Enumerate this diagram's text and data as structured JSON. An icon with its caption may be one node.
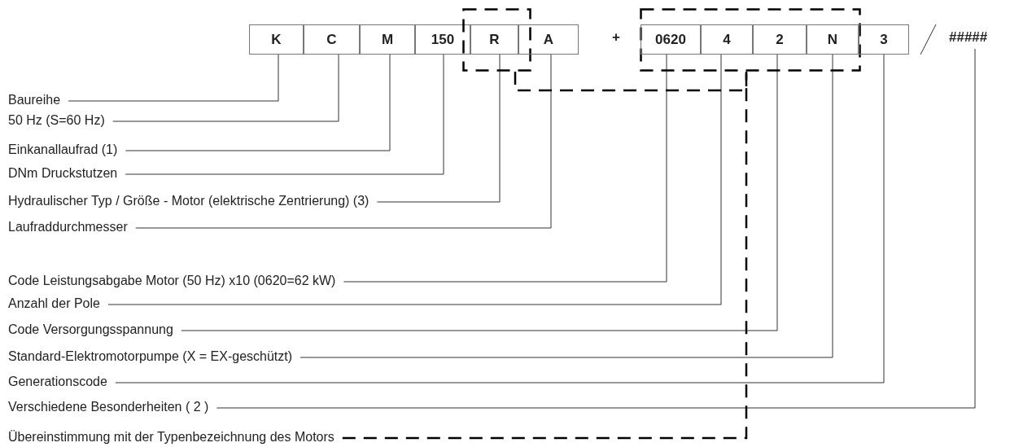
{
  "diagram": {
    "nodes": [
      {
        "text": [
          "K"
        ]
      },
      {
        "text": [
          "C"
        ]
      },
      {
        "text": [
          "M"
        ]
      },
      {
        "text": [
          "150"
        ]
      },
      {
        "text": [],
        "shape": "box"
      },
      {
        "text": [
          "R"
        ],
        "in": 4
      },
      {
        "text": [
          "A"
        ]
      },
      {
        "text": [],
        "shape": "box"
      },
      {
        "text": [
          "0620"
        ],
        "in": 7
      },
      {
        "text": [
          "4"
        ],
        "in": 7
      },
      {
        "text": [
          "2"
        ],
        "in": 7
      },
      {
        "text": [
          "N"
        ],
        "in": 7
      },
      {
        "text": [
          "3"
        ]
      },
      {
        "text": [
          "#####"
        ]
      },
      {
        "text": [
          "Baureihe"
        ]
      },
      {
        "text": [
          "50 Hz (S=60 Hz)"
        ]
      },
      {
        "text": [
          "Einkanallaufrad (1)"
        ]
      },
      {
        "text": [
          "DNm Druckstutzen"
        ]
      },
      {
        "text": [
          "Hydraulischer Typ / Größe - Motor (elektrische Zentrierung) (3)"
        ]
      },
      {
        "text": [
          "Laufraddurchmesser"
        ]
      },
      {
        "text": [
          "Code Leistungsabgabe Motor  (50 Hz) x10 (0620=62 kW)"
        ]
      },
      {
        "text": [
          "Anzahl der Pole"
        ]
      },
      {
        "text": [
          "Code Versorgungsspannung"
        ]
      },
      {
        "text": [
          "Standard-Elektromotorpumpe (X = EX-geschützt)"
        ]
      },
      {
        "text": [
          "Generationscode"
        ]
      },
      {
        "text": [
          "Verschiedene Besonderheiten ( 2 )"
        ]
      },
      {
        "text": [
          "Übereinstimmung mit der Typenbezeichnung des Motors"
        ]
      }
    ],
    "edges": [
      {
        "from": 14,
        "to": 0,
        "arrow": "none"
      },
      {
        "from": 15,
        "to": 1,
        "arrow": "none"
      },
      {
        "from": 16,
        "to": 2,
        "arrow": "none"
      },
      {
        "from": 17,
        "to": 3,
        "arrow": "none"
      },
      {
        "from": 18,
        "to": 5,
        "arrow": "none"
      },
      {
        "from": 19,
        "to": 6,
        "arrow": "none"
      },
      {
        "from": 20,
        "to": 8,
        "arrow": "none"
      },
      {
        "from": 21,
        "to": 9,
        "arrow": "none"
      },
      {
        "from": 22,
        "to": 10,
        "arrow": "none"
      },
      {
        "from": 23,
        "to": 11,
        "arrow": "none"
      },
      {
        "from": 24,
        "to": 12,
        "arrow": "none"
      },
      {
        "from": 25,
        "to": 13,
        "arrow": "none"
      },
      {
        "from": 26,
        "to": 7,
        "arrow": "none",
        "style": "dashed",
        "color": "#000000"
      },
      {
        "from": 4,
        "to": 7,
        "arrow": "none",
        "style": "dashed",
        "color": "#000000"
      }
    ],
    "labels": [
      "+"
    ]
  }
}
